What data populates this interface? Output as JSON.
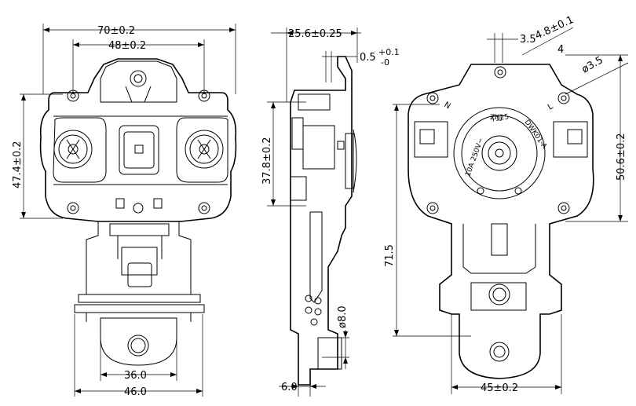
{
  "drawing": {
    "front_view": {
      "overall_width": "70±0.2",
      "mount_spacing": "48±0.2",
      "height": "47.4±0.2",
      "bottom_inner": "36.0",
      "bottom_outer": "46.0"
    },
    "side_view": {
      "depth": "25.6±0.25",
      "tab_thickness": "0.5",
      "tab_tol_upper": "+0.1",
      "tab_tol_lower": "-0",
      "body_height": "37.8±0.2",
      "pin_diameter": "ø8.0",
      "base_offset": "6.0"
    },
    "rear_view": {
      "offset_a": "3.5",
      "offset_b": "4.8±0.1",
      "offset_c": "4",
      "hole_diameter": "ø3.5",
      "right_height": "50.6±0.2",
      "overall_height": "71.5",
      "bottom_width": "45±0.2"
    },
    "part_labels": {
      "left_terminal": "N",
      "right_terminal": "L",
      "brand": "ZHJ",
      "model": "DWK01-A",
      "rating": "10A 250V~",
      "temp": "T125"
    }
  }
}
